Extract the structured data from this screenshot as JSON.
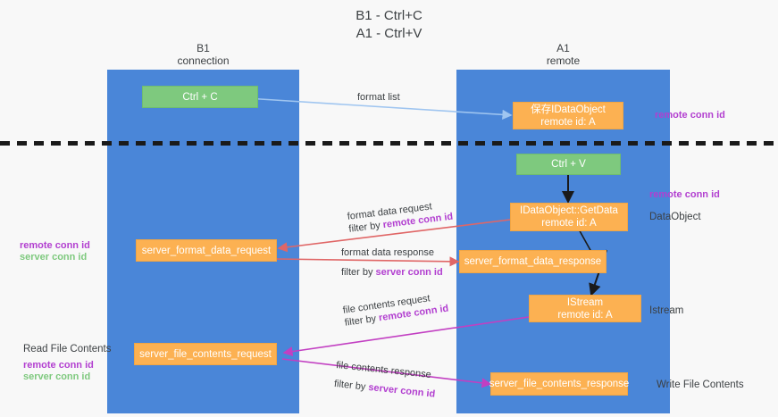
{
  "title": "B1 - Ctrl+C\nA1 - Ctrl+V",
  "columns": [
    {
      "name": "b1",
      "label": "B1\nconnection"
    },
    {
      "name": "a1",
      "label": "A1\nremote"
    }
  ],
  "colors": {
    "lane": "#4a86d8",
    "green_node": "#7ec97e",
    "orange_node": "#fcb152",
    "remote_conn_id": "#b23fd0",
    "server_conn_id": "#7ec97e",
    "arrow_format_list": "#9fc5f0",
    "arrow_ctrlv": "#1a1a1a",
    "arrow_format_data": "#e06666",
    "arrow_getdata_istream": "#1a1a1a",
    "arrow_file_contents": "#c23fc2",
    "divider": "#1a1a1a",
    "text": "#3c4043"
  },
  "nodes": {
    "ctrl_c": "Ctrl + C",
    "save_idataobject": "保存IDataObject\nremote id: A",
    "ctrl_v": "Ctrl + V",
    "idataobject_getdata": "IDataObject::GetData\nremote id: A",
    "server_format_data_request": "server_format_data_request",
    "server_format_data_response": "server_format_data_response",
    "istream": "IStream\nremote id: A",
    "server_file_contents_request": "server_file_contents_request",
    "server_file_contents_response": "server_file_contents_response"
  },
  "edge_labels": {
    "format_list": "format list",
    "format_data_request": "format data request",
    "format_data_request_filter_prefix": "filter by ",
    "format_data_request_filter_key": "remote conn id",
    "format_data_response": "format data response",
    "format_data_response_filter_prefix": "filter by ",
    "format_data_response_filter_key": "server conn id",
    "file_contents_request": "file contents request",
    "file_contents_request_filter_prefix": "filter by ",
    "file_contents_request_filter_key": "remote conn id",
    "file_contents_response": "file contents response",
    "file_contents_response_filter_prefix": "filter by ",
    "file_contents_response_filter_key": "server conn id"
  },
  "annotations": {
    "right_remote_conn_id_top": "remote conn id",
    "right_remote_conn_id_mid": "remote conn id",
    "right_dataobject": "DataObject",
    "right_istream": "Istream",
    "right_write_file_contents": "Write File Contents",
    "left_read_file_contents": "Read File Contents",
    "left_remote_conn_id_mid": "remote conn id",
    "left_server_conn_id_mid": "server conn id",
    "left_remote_conn_id_bottom": "remote conn id",
    "left_server_conn_id_bottom": "server conn id"
  }
}
